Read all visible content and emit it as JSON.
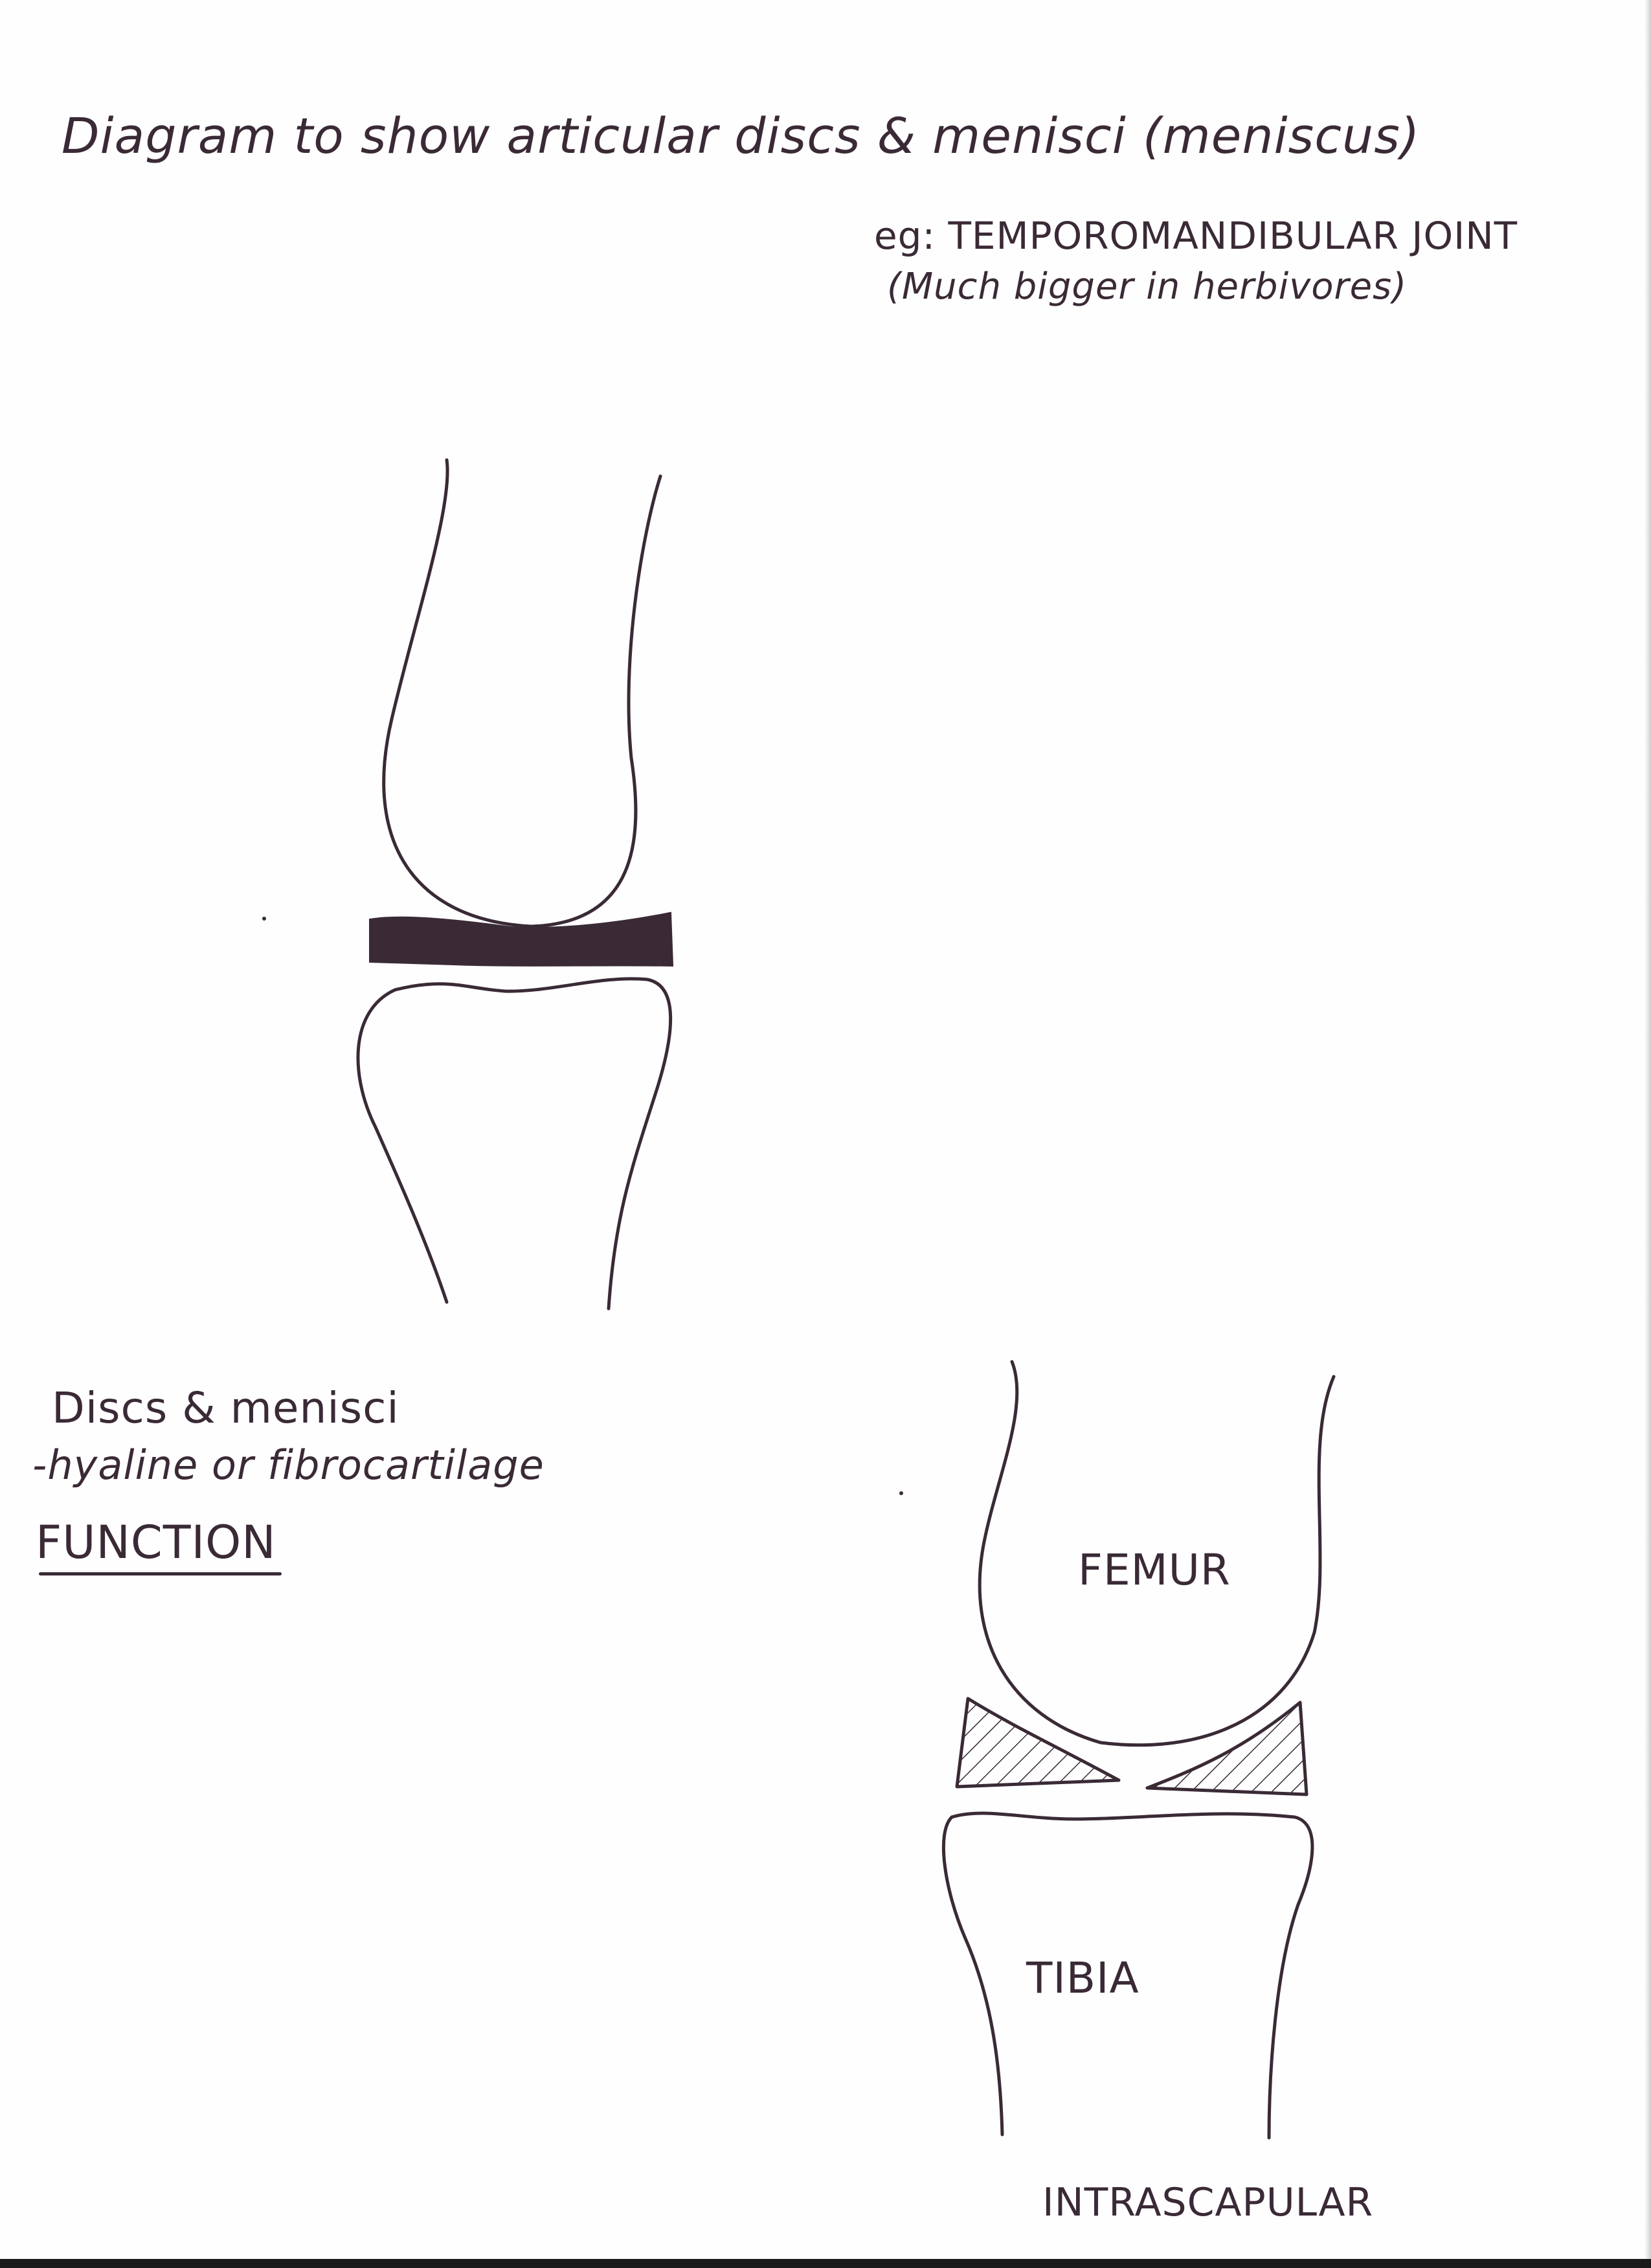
{
  "title": "Diagram to show articular discs & menisci (meniscus)",
  "example": "eg: TEMPOROMANDIBULAR JOINT",
  "example_note": "(Much bigger in herbivores)",
  "disc_label": "Discs & menisci",
  "disc_sub": "-hyaline or fibrocartilage",
  "function_label": "FUNCTION",
  "femur_label": "FEMUR",
  "tibia_label": "TIBIA",
  "intra_label": "INTRASCAPULAR",
  "colors": {
    "ink": "#3a2a36",
    "disc_fill": "#3a2a36",
    "paper": "#ffffff"
  }
}
